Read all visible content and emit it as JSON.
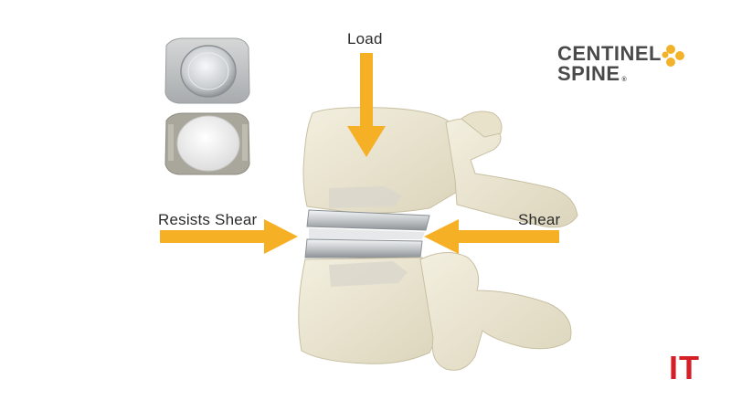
{
  "labels": {
    "load": "Load",
    "resists_shear": "Resists Shear",
    "shear": "Shear"
  },
  "brand": {
    "line1": "CENTINEL",
    "line2": "SPINE",
    "registered": "®"
  },
  "badge": {
    "text": "IT"
  },
  "colors": {
    "arrow": "#F6B026",
    "bone": "#ECE7D4",
    "bone_shadow": "#D4CDB1",
    "implant_metal": "#C9CCCE",
    "brand_gray": "#4A4A4A",
    "brand_accent": "#F2B32A",
    "badge_red": "#D41F26"
  },
  "icons": {
    "implant_top_view": "implant-metal-endplate-icon",
    "implant_bottom_view": "implant-poly-core-icon",
    "brand_mark": "four-dot-cluster-icon"
  }
}
